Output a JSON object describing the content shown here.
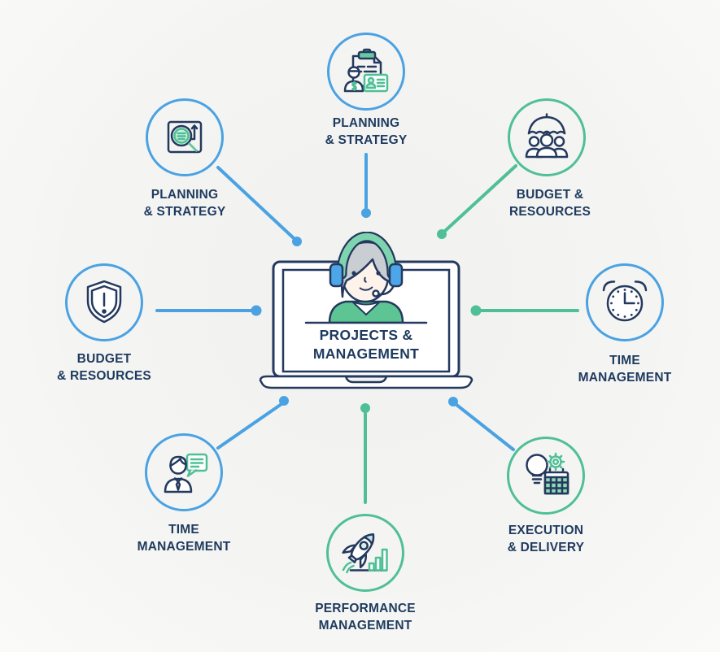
{
  "title": "Projects & Management diagram",
  "colors": {
    "blue": "#4aa2e3",
    "green": "#4fbf96",
    "navy": "#24395e",
    "text": "#1e3a5f",
    "hair": "#c9ced2",
    "shirt": "#5dc493",
    "headband": "#7ed4ae",
    "headphone": "#4da6e8",
    "lightfill": "#cfeee0",
    "midfill": "#66c9a0",
    "bg": "#f3f4f2"
  },
  "center": {
    "illustration": "woman-with-headset-in-laptop",
    "title_line1": "PROJECTS &",
    "title_line2": "MANAGEMENT"
  },
  "nodes": [
    {
      "id": "planning-strategy-top",
      "icon": "clipboard-person-idcard-icon",
      "circle_color": "blue",
      "connector_color": "blue",
      "label_line1": "PLANNING",
      "label_line2": "& STRATEGY"
    },
    {
      "id": "planning-strategy-left",
      "icon": "document-magnifier-icon",
      "circle_color": "blue",
      "connector_color": "blue",
      "label_line1": "PLANNING",
      "label_line2": "& STRATEGY"
    },
    {
      "id": "budget-resources-right",
      "icon": "team-under-umbrella-icon",
      "circle_color": "green",
      "connector_color": "green",
      "label_line1": "BUDGET &",
      "label_line2": "RESOURCES"
    },
    {
      "id": "budget-resources-left",
      "icon": "shield-alert-icon",
      "circle_color": "blue",
      "connector_color": "blue",
      "label_line1": "BUDGET",
      "label_line2": "& RESOURCES"
    },
    {
      "id": "time-management-right",
      "icon": "alarm-clock-icon",
      "circle_color": "blue",
      "connector_color": "green",
      "label_line1": "TIME",
      "label_line2": "MANAGEMENT"
    },
    {
      "id": "time-management-left",
      "icon": "person-chat-bubble-icon",
      "circle_color": "blue",
      "connector_color": "blue",
      "label_line1": "TIME",
      "label_line2": "MANAGEMENT"
    },
    {
      "id": "execution-delivery",
      "icon": "lightbulb-gear-calendar-icon",
      "circle_color": "green",
      "connector_color": "blue",
      "label_line1": "EXECUTION",
      "label_line2": "& DELIVERY"
    },
    {
      "id": "performance-management",
      "icon": "rocket-growth-chart-icon",
      "circle_color": "green",
      "connector_color": "green",
      "label_line1": "PERFORMANCE",
      "label_line2": "MANAGEMENT"
    }
  ]
}
